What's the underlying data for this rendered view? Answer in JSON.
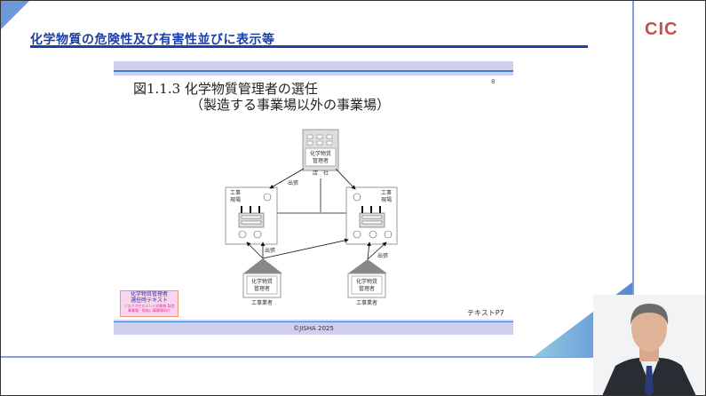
{
  "header": {
    "title": "化学物質の危険性及び有害性並びに表示等",
    "logo": "CIC"
  },
  "slide": {
    "figure_title": "図1.1.3  化学物質管理者の選任",
    "figure_subtitle": "（製造する事業場以外の事業場）",
    "page_number": "8",
    "diagram": {
      "head_office_role": "化学物質",
      "head_office_role2": "管理者",
      "head_office_label": "店　社",
      "site_label_1": "工事",
      "site_label_2": "現場",
      "trip_label": "出張",
      "contractor_role": "化学物質",
      "contractor_role2": "管理者",
      "contractor_label": "工事業者"
    },
    "badge": {
      "line1": "化学物質管理者",
      "line2": "選任時テキスト",
      "line3": "リスクアセスメント対象物 製造",
      "line4": "事業場・取扱い事業場向け"
    },
    "text_ref": "テキストP7",
    "copyright": "©JISHA 2025"
  }
}
